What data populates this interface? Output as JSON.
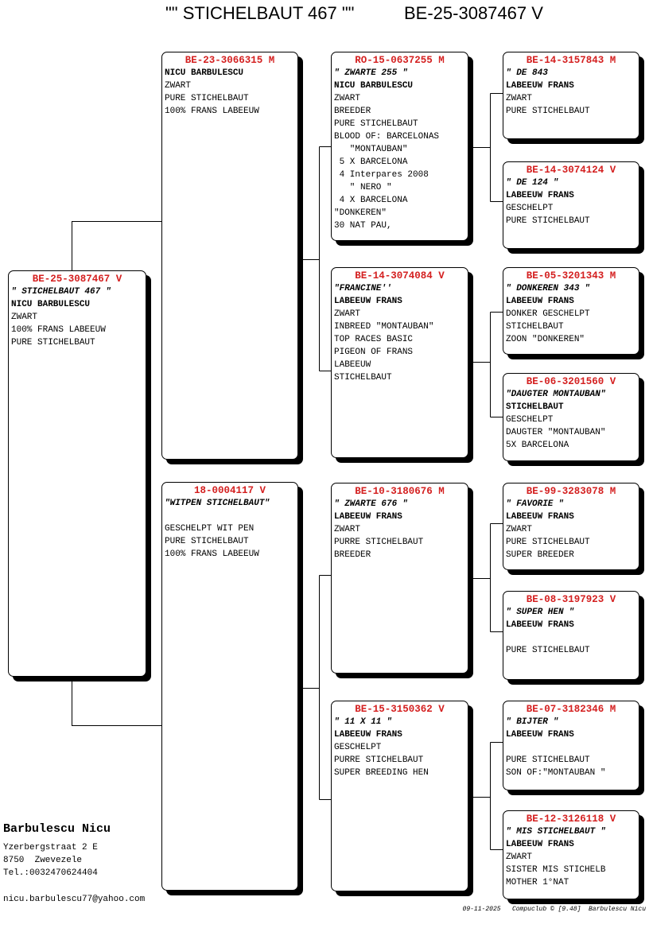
{
  "header": {
    "name": "\"\" STICHELBAUT 467 \"\"",
    "ring": "BE-25-3087467 V"
  },
  "colors": {
    "ring": "#d42020",
    "text": "#000000"
  },
  "pigeons": {
    "subject": {
      "ring": "BE-25-3087467 V",
      "lines": [
        {
          "t": "\" STICHELBAUT 467 \"",
          "s": "i"
        },
        {
          "t": "NICU BARBULESCU",
          "s": "b"
        },
        {
          "t": "ZWART",
          "s": ""
        },
        {
          "t": "100% FRANS LABEEUW",
          "s": ""
        },
        {
          "t": "PURE STICHELBAUT",
          "s": ""
        }
      ]
    },
    "sire": {
      "ring": "BE-23-3066315 M",
      "lines": [
        {
          "t": "NICU BARBULESCU",
          "s": "b"
        },
        {
          "t": "ZWART",
          "s": ""
        },
        {
          "t": "PURE STICHELBAUT",
          "s": ""
        },
        {
          "t": "100% FRANS LABEEUW",
          "s": ""
        }
      ]
    },
    "dam": {
      "ring": "18-0004117 V",
      "lines": [
        {
          "t": "\"WITPEN STICHELBAUT\"",
          "s": "i"
        },
        {
          "t": "",
          "s": ""
        },
        {
          "t": "GESCHELPT WIT PEN",
          "s": ""
        },
        {
          "t": "PURE STICHELBAUT",
          "s": ""
        },
        {
          "t": "100% FRANS LABEEUW",
          "s": ""
        }
      ]
    },
    "ss": {
      "ring": "RO-15-0637255 M",
      "lines": [
        {
          "t": "\" ZWARTE 255 \"",
          "s": "i"
        },
        {
          "t": "NICU BARBULESCU",
          "s": "b"
        },
        {
          "t": "ZWART",
          "s": ""
        },
        {
          "t": "BREEDER",
          "s": ""
        },
        {
          "t": "PURE STICHELBAUT",
          "s": ""
        },
        {
          "t": "BLOOD OF: BARCELONAS",
          "s": ""
        },
        {
          "t": "   \"MONTAUBAN\"",
          "s": ""
        },
        {
          "t": " 5 X BARCELONA",
          "s": ""
        },
        {
          "t": " 4 Interpares 2008",
          "s": ""
        },
        {
          "t": "   \" NERO \"",
          "s": ""
        },
        {
          "t": " 4 X BARCELONA",
          "s": ""
        },
        {
          "t": "\"DONKEREN\"",
          "s": ""
        },
        {
          "t": "30 NAT PAU,",
          "s": ""
        }
      ]
    },
    "sd": {
      "ring": "BE-14-3074084 V",
      "lines": [
        {
          "t": "\"FRANCINE''",
          "s": "i"
        },
        {
          "t": "LABEEUW FRANS",
          "s": "b"
        },
        {
          "t": "ZWART",
          "s": ""
        },
        {
          "t": "INBREED \"MONTAUBAN\"",
          "s": ""
        },
        {
          "t": "TOP RACES BASIC",
          "s": ""
        },
        {
          "t": "PIGEON OF FRANS",
          "s": ""
        },
        {
          "t": "LABEEUW",
          "s": ""
        },
        {
          "t": "STICHELBAUT",
          "s": ""
        }
      ]
    },
    "ds": {
      "ring": "BE-10-3180676 M",
      "lines": [
        {
          "t": "\" ZWARTE 676 \"",
          "s": "i"
        },
        {
          "t": "LABEEUW FRANS",
          "s": "b"
        },
        {
          "t": "ZWART",
          "s": ""
        },
        {
          "t": "PURRE STICHELBAUT",
          "s": ""
        },
        {
          "t": "BREEDER",
          "s": ""
        }
      ]
    },
    "dd": {
      "ring": "BE-15-3150362 V",
      "lines": [
        {
          "t": "\" 11 X 11 \"",
          "s": "i"
        },
        {
          "t": "LABEEUW FRANS",
          "s": "b"
        },
        {
          "t": "GESCHELPT",
          "s": ""
        },
        {
          "t": "PURRE STICHELBAUT",
          "s": ""
        },
        {
          "t": "SUPER BREEDING HEN",
          "s": ""
        }
      ]
    },
    "sss": {
      "ring": "BE-14-3157843 M",
      "lines": [
        {
          "t": "\" DE 843",
          "s": "i"
        },
        {
          "t": "LABEEUW FRANS",
          "s": "b"
        },
        {
          "t": "ZWART",
          "s": ""
        },
        {
          "t": "PURE STICHELBAUT",
          "s": ""
        }
      ]
    },
    "ssd": {
      "ring": "BE-14-3074124 V",
      "lines": [
        {
          "t": "\" DE 124 \"",
          "s": "i"
        },
        {
          "t": "LABEEUW FRANS",
          "s": "b"
        },
        {
          "t": "GESCHELPT",
          "s": ""
        },
        {
          "t": "PURE STICHELBAUT",
          "s": ""
        }
      ]
    },
    "sds": {
      "ring": "BE-05-3201343 M",
      "lines": [
        {
          "t": "\" DONKEREN 343 \"",
          "s": "i"
        },
        {
          "t": "LABEEUW FRANS",
          "s": "b"
        },
        {
          "t": "DONKER GESCHELPT",
          "s": ""
        },
        {
          "t": "STICHELBAUT",
          "s": ""
        },
        {
          "t": "ZOON \"DONKEREN\"",
          "s": ""
        }
      ]
    },
    "sdd": {
      "ring": "BE-06-3201560 V",
      "lines": [
        {
          "t": "\"DAUGTER MONTAUBAN\"",
          "s": "i"
        },
        {
          "t": "STICHELBAUT",
          "s": "b"
        },
        {
          "t": "GESCHELPT",
          "s": ""
        },
        {
          "t": "DAUGTER \"MONTAUBAN\"",
          "s": ""
        },
        {
          "t": "5X BARCELONA",
          "s": ""
        }
      ]
    },
    "dss": {
      "ring": "BE-99-3283078 M",
      "lines": [
        {
          "t": "\" FAVORIE \"",
          "s": "i"
        },
        {
          "t": "LABEEUW FRANS",
          "s": "b"
        },
        {
          "t": "ZWART",
          "s": ""
        },
        {
          "t": "PURE STICHELBAUT",
          "s": ""
        },
        {
          "t": "SUPER BREEDER",
          "s": ""
        }
      ]
    },
    "dsd": {
      "ring": "BE-08-3197923 V",
      "lines": [
        {
          "t": "\" SUPER HEN \"",
          "s": "i"
        },
        {
          "t": "LABEEUW FRANS",
          "s": "b"
        },
        {
          "t": "",
          "s": ""
        },
        {
          "t": "PURE STICHELBAUT",
          "s": ""
        }
      ]
    },
    "dds": {
      "ring": "BE-07-3182346 M",
      "lines": [
        {
          "t": "\" BIJTER \"",
          "s": "i"
        },
        {
          "t": "LABEEUW FRANS",
          "s": "b"
        },
        {
          "t": "",
          "s": ""
        },
        {
          "t": "PURE STICHELBAUT",
          "s": ""
        },
        {
          "t": "SON OF:\"MONTAUBAN \"",
          "s": ""
        }
      ]
    },
    "ddd": {
      "ring": "BE-12-3126118 V",
      "lines": [
        {
          "t": "\" MIS STICHELBAUT \"",
          "s": "i"
        },
        {
          "t": "LABEEUW FRANS",
          "s": "b"
        },
        {
          "t": "ZWART",
          "s": ""
        },
        {
          "t": "SISTER MIS STICHELB",
          "s": ""
        },
        {
          "t": "MOTHER 1°NAT",
          "s": ""
        }
      ]
    }
  },
  "owner": {
    "name": "Barbulescu Nicu",
    "address": "Yzerbergstraat 2 E",
    "city": "8750  Zwevezele",
    "phone": "Tel.:0032470624404",
    "email": "nicu.barbulescu77@yahoo.com"
  },
  "footer": {
    "date": "09-11-2025",
    "software": "Compuclub © [9.48]",
    "owner": "Barbulescu Nicu"
  }
}
